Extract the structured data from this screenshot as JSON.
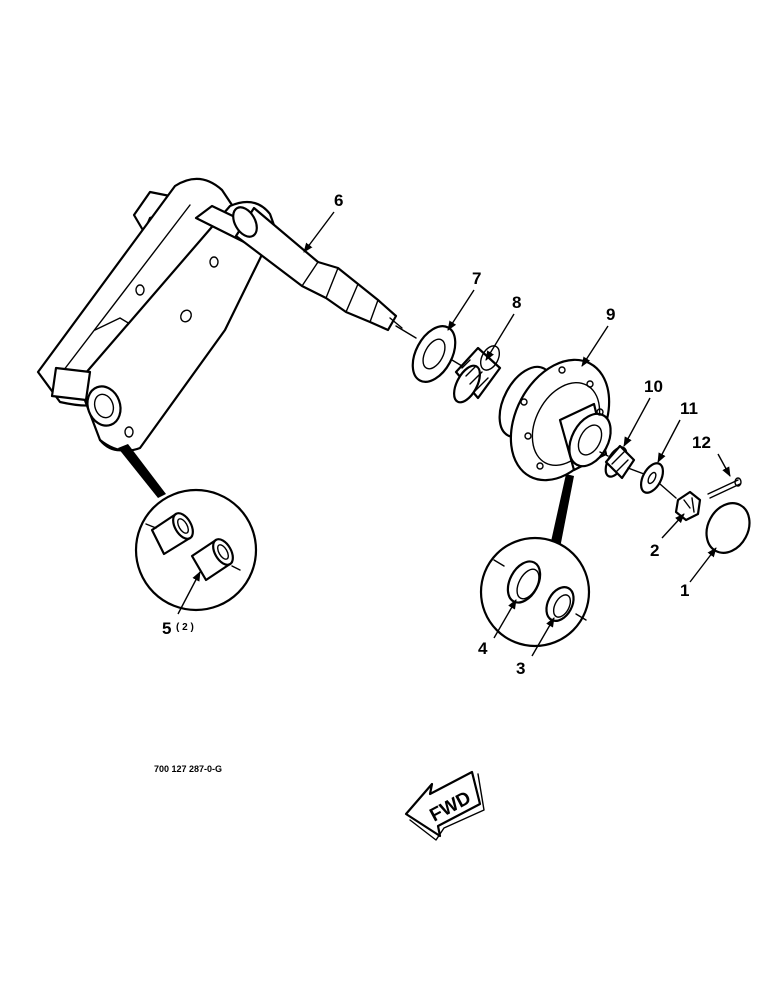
{
  "callouts": {
    "c1": "1",
    "c2": "2",
    "c3": "3",
    "c4": "4",
    "c5": "5",
    "c5_qty": "( 2 )",
    "c6": "6",
    "c7": "7",
    "c8": "8",
    "c9": "9",
    "c10": "10",
    "c11": "11",
    "c12": "12"
  },
  "drawing_number": "700 127 287-0-G",
  "fwd_arrow": {
    "label": "FWD"
  }
}
